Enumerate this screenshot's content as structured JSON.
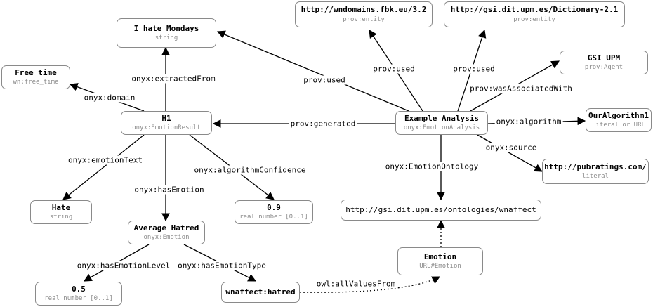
{
  "nodes": {
    "hate_mondays": {
      "title": "I hate Mondays",
      "type": "string"
    },
    "free_time": {
      "title": "Free time",
      "type": "wn:free_time"
    },
    "h1": {
      "title": "H1",
      "type": "onyx:EmotionResult"
    },
    "hate": {
      "title": "Hate",
      "type": "string"
    },
    "avg_hatred": {
      "title": "Average Hatred",
      "type": "onyx:Emotion"
    },
    "confidence": {
      "title": "0.9",
      "type": "real number [0..1]"
    },
    "level": {
      "title": "0.5",
      "type": "real number [0..1]"
    },
    "wnaffect_hatred": {
      "title": "wnaffect:hatred",
      "type": ""
    },
    "wndomains": {
      "title": "http://wndomains.fbk.eu/3.2",
      "type": "prov:entity"
    },
    "dictionary": {
      "title": "http://gsi.dit.upm.es/Dictionary-2.1",
      "type": "prov:entity"
    },
    "gsi_upm": {
      "title": "GSI UPM",
      "type": "prov:Agent"
    },
    "example": {
      "title": "Example Analysis",
      "type": "onyx:EmotionAnalysis"
    },
    "our_algorithm": {
      "title": "OurAlgorithm1",
      "type": "Literal or URL"
    },
    "pubratings": {
      "title": "http://pubratings.com/",
      "type": "literal"
    },
    "wnaffect_onto": {
      "title": "http://gsi.dit.upm.es/ontologies/wnaffect",
      "type": ""
    },
    "emotion": {
      "title": "Emotion",
      "type": "URL#Emotion"
    }
  },
  "edges": {
    "extracted_from": "onyx:extractedFrom",
    "domain": "onyx:domain",
    "generated": "prov:generated",
    "used_1": "prov:used",
    "used_2": "prov:used",
    "used_3": "prov:used",
    "associated_with": "prov:wasAssociatedWith",
    "algorithm": "onyx:algorithm",
    "source": "onyx:source",
    "emotion_ontology": "onyx:EmotionOntology",
    "emotion_text": "onyx:emotionText",
    "has_emotion": "onyx:hasEmotion",
    "algorithm_confidence": "onyx:algorithmConfidence",
    "has_emotion_level": "onyx:hasEmotionLevel",
    "has_emotion_type": "onyx:hasEmotionType",
    "all_values_from": "owl:allValuesFrom"
  }
}
